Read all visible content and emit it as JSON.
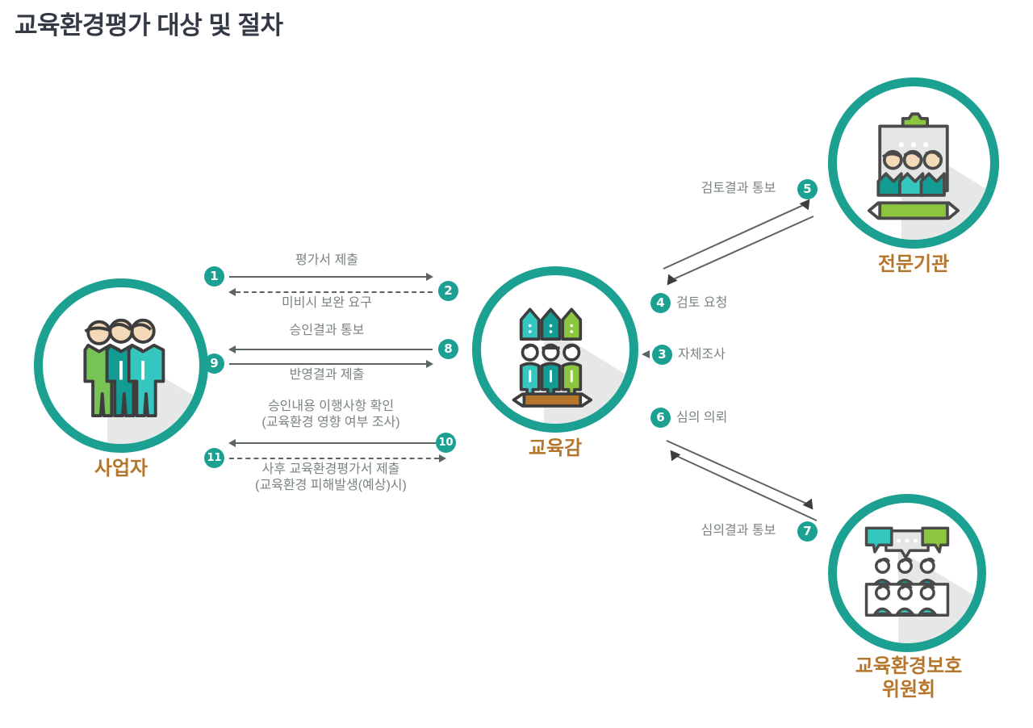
{
  "page": {
    "title": "교육환경평가 대상 및 절차",
    "accent_teal": "#1ba092",
    "label_brown": "#b5762c",
    "line_gray": "#5b6365",
    "text_gray": "#7b8385",
    "title_color": "#333a45"
  },
  "nodes": [
    {
      "id": "business",
      "label": "사업자",
      "icon": "three-business-people-icon"
    },
    {
      "id": "superintendent",
      "label": "교육감",
      "icon": "officials-with-schools-and-pencil-icon"
    },
    {
      "id": "agency",
      "label": "전문기관",
      "icon": "clipboard-review-team-icon"
    },
    {
      "id": "committee",
      "label": "교육환경보호\n위원회",
      "icon": "committee-meeting-icon"
    }
  ],
  "flows": [
    {
      "num": "1",
      "text": "평가서 제출",
      "style": "solid",
      "dir": "right"
    },
    {
      "num": "2",
      "text": "미비시 보완 요구",
      "style": "dashed",
      "dir": "left"
    },
    {
      "num": "3",
      "text": "자체조사",
      "style": "self",
      "dir": "left"
    },
    {
      "num": "4",
      "text": "검토 요청",
      "style": "solid",
      "dir": "up-right"
    },
    {
      "num": "5",
      "text": "검토결과 통보",
      "style": "solid",
      "dir": "down-left"
    },
    {
      "num": "6",
      "text": "심의 의뢰",
      "style": "solid",
      "dir": "down-right"
    },
    {
      "num": "7",
      "text": "심의결과 통보",
      "style": "solid",
      "dir": "up-left"
    },
    {
      "num": "8",
      "text": "승인결과 통보",
      "style": "solid",
      "dir": "left"
    },
    {
      "num": "9",
      "text": "반영결과 제출",
      "style": "solid",
      "dir": "right"
    },
    {
      "num": "10",
      "text": "승인내용 이행사항 확인\n(교육환경 영향 여부 조사)",
      "style": "solid",
      "dir": "left"
    },
    {
      "num": "11",
      "text": "사후 교육환경평가서 제출\n(교육환경 피해발생(예상)시)",
      "style": "dashed",
      "dir": "right"
    }
  ]
}
